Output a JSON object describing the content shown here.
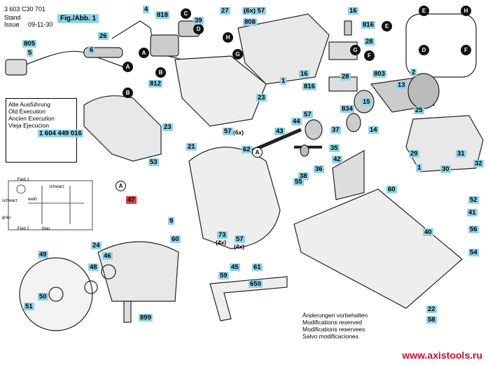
{
  "header": {
    "doc_number": "3 603 C30 701",
    "stand_label": "Stand",
    "issue_label": "Issue",
    "issue_date": "09-11-30",
    "figure_label": "Fig./Abb. 1"
  },
  "old_execution_box": {
    "lines": [
      "Alte Ausführung",
      "Old Execution",
      "Ancien Execution",
      "Vieja Ejecucion"
    ],
    "part_number": "1 604 449 016"
  },
  "wiring": {
    "labels": [
      "Feld 1",
      "Feld 2",
      "schwarz",
      "weiß",
      "blau",
      "schwarz",
      "grau"
    ]
  },
  "notes": {
    "lines": [
      "Änderungen vorbehalten",
      "Modifications reserved",
      "Modifications reservees",
      "Salvo modificaciones"
    ]
  },
  "watermark": "www.axistools.ru",
  "connector_letters": [
    "A",
    "B",
    "C",
    "D",
    "E",
    "F",
    "G",
    "H"
  ],
  "part_labels": [
    {
      "id": "p4",
      "text": "4"
    },
    {
      "id": "p818a",
      "text": "818"
    },
    {
      "id": "p26",
      "text": "26"
    },
    {
      "id": "p39",
      "text": "39"
    },
    {
      "id": "p27",
      "text": "27"
    },
    {
      "id": "p6x57",
      "text": "(6x) 57"
    },
    {
      "id": "p808",
      "text": "808"
    },
    {
      "id": "p16a",
      "text": "16"
    },
    {
      "id": "p816a",
      "text": "816"
    },
    {
      "id": "p805",
      "text": "805"
    },
    {
      "id": "p5",
      "text": "5"
    },
    {
      "id": "p6",
      "text": "6"
    },
    {
      "id": "p812",
      "text": "812"
    },
    {
      "id": "p28a",
      "text": "28"
    },
    {
      "id": "p1a",
      "text": "1"
    },
    {
      "id": "p16b",
      "text": "16"
    },
    {
      "id": "p28b",
      "text": "28"
    },
    {
      "id": "p816b",
      "text": "816"
    },
    {
      "id": "p803",
      "text": "803"
    },
    {
      "id": "p2",
      "text": "2"
    },
    {
      "id": "p13",
      "text": "13"
    },
    {
      "id": "p23a",
      "text": "23"
    },
    {
      "id": "p834",
      "text": "834"
    },
    {
      "id": "p15",
      "text": "15"
    },
    {
      "id": "p25",
      "text": "25"
    },
    {
      "id": "p23b",
      "text": "23"
    },
    {
      "id": "p57a",
      "text": "57"
    },
    {
      "id": "p57b",
      "text": "57"
    },
    {
      "id": "p6x",
      "text": "(6x)"
    },
    {
      "id": "p43",
      "text": "43"
    },
    {
      "id": "p44",
      "text": "44"
    },
    {
      "id": "p37",
      "text": "37"
    },
    {
      "id": "p14",
      "text": "14"
    },
    {
      "id": "p29",
      "text": "29"
    },
    {
      "id": "p21",
      "text": "21"
    },
    {
      "id": "p62",
      "text": "62"
    },
    {
      "id": "p35",
      "text": "35"
    },
    {
      "id": "p36",
      "text": "36"
    },
    {
      "id": "p38",
      "text": "38"
    },
    {
      "id": "p1b",
      "text": "1"
    },
    {
      "id": "p31",
      "text": "31"
    },
    {
      "id": "p32",
      "text": "32"
    },
    {
      "id": "p30",
      "text": "30"
    },
    {
      "id": "p53",
      "text": "53"
    },
    {
      "id": "p42",
      "text": "42"
    },
    {
      "id": "p55",
      "text": "55"
    },
    {
      "id": "p60a",
      "text": "60"
    },
    {
      "id": "p52",
      "text": "52"
    },
    {
      "id": "p47",
      "text": "47"
    },
    {
      "id": "p9",
      "text": "9"
    },
    {
      "id": "p41",
      "text": "41"
    },
    {
      "id": "p40",
      "text": "40"
    },
    {
      "id": "p56",
      "text": "56"
    },
    {
      "id": "p73",
      "text": "73"
    },
    {
      "id": "p4x",
      "text": "(4x)"
    },
    {
      "id": "p57c",
      "text": "57"
    },
    {
      "id": "p4xb",
      "text": "(4x)"
    },
    {
      "id": "p60b",
      "text": "60"
    },
    {
      "id": "p54",
      "text": "54"
    },
    {
      "id": "p24",
      "text": "24"
    },
    {
      "id": "p46",
      "text": "46"
    },
    {
      "id": "p49",
      "text": "49"
    },
    {
      "id": "p48",
      "text": "48"
    },
    {
      "id": "p45",
      "text": "45"
    },
    {
      "id": "p61",
      "text": "61"
    },
    {
      "id": "p59",
      "text": "59"
    },
    {
      "id": "p650",
      "text": "650"
    },
    {
      "id": "p22",
      "text": "22"
    },
    {
      "id": "p51",
      "text": "51"
    },
    {
      "id": "p50",
      "text": "50"
    },
    {
      "id": "p899",
      "text": "899"
    },
    {
      "id": "p58",
      "text": "58"
    }
  ]
}
